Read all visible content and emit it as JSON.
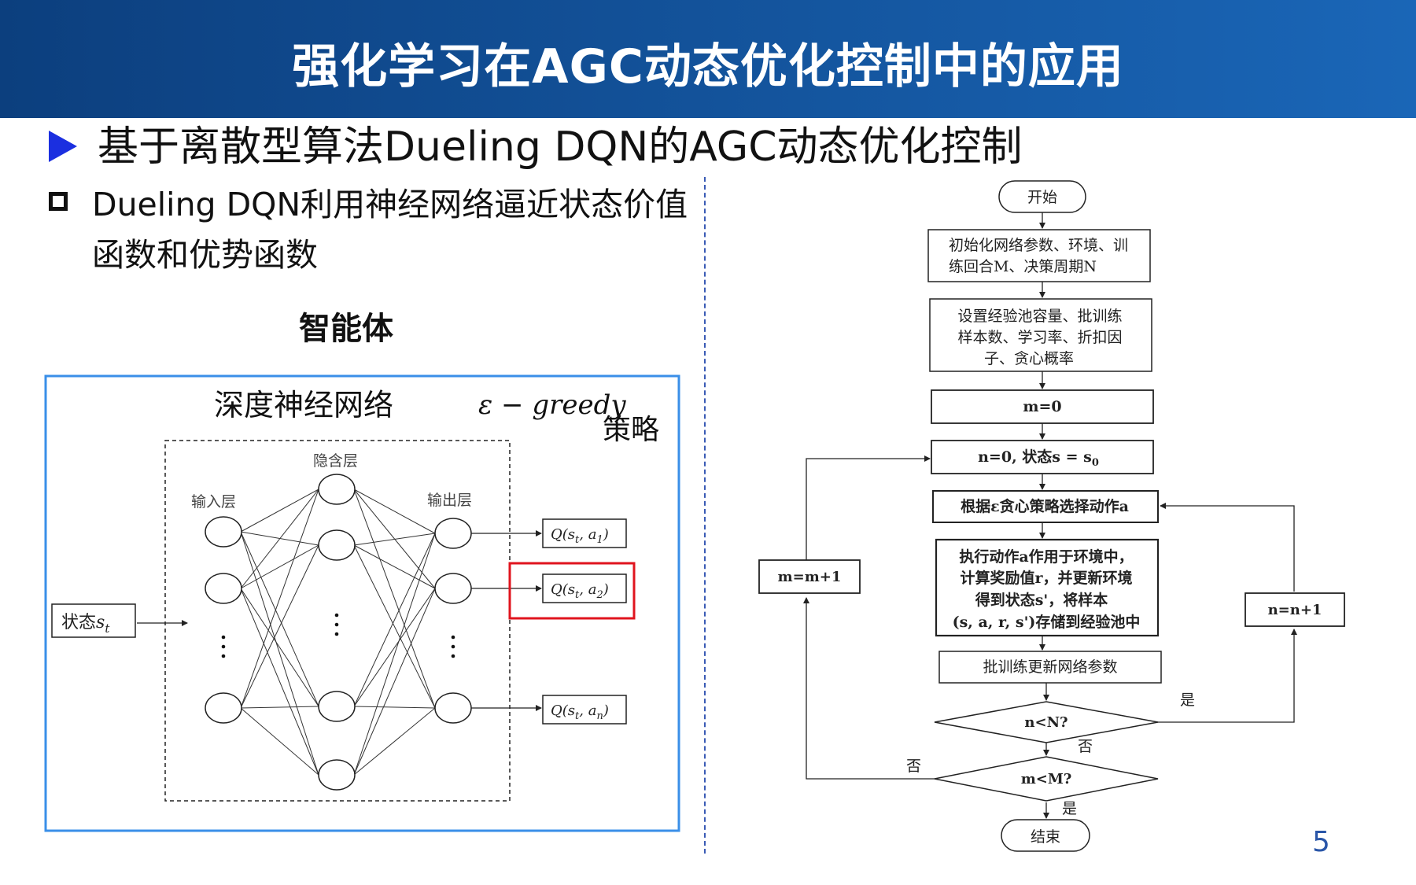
{
  "header": {
    "title": "强化学习在AGC动态优化控制中的应用"
  },
  "subtitle": "基于离散型算法Dueling DQN的AGC动态优化控制",
  "bullet": {
    "line1": "Dueling DQN利用神经网络逼近状态价值",
    "line2": "函数和优势函数"
  },
  "agent_label": "智能体",
  "network": {
    "title": "深度神经网络",
    "policy_math": "ε − greedy",
    "policy_word": "策略",
    "hidden_layer": "隐含层",
    "input_layer": "输入层",
    "output_layer": "输出层",
    "state_label": "状态",
    "state_symbol": "s",
    "state_sub": "t",
    "q_outputs": [
      {
        "prefix": "Q(s",
        "t": "t",
        "mid": ", a",
        "sub": "1",
        "close": ")"
      },
      {
        "prefix": "Q(s",
        "t": "t",
        "mid": ", a",
        "sub": "2",
        "close": ")"
      },
      {
        "prefix": "Q(s",
        "t": "t",
        "mid": ", a",
        "sub": "n",
        "close": ")"
      }
    ]
  },
  "flowchart": {
    "start": "开始",
    "init_line1": "初始化网络参数、环境、训",
    "init_line2": "练回合M、决策周期N",
    "setup_line1": "设置经验池容量、批训练",
    "setup_line2": "样本数、学习率、折扣因",
    "setup_line3": "子、贪心概率",
    "m_zero": "m=0",
    "n_zero": "n=0, 状态s = s",
    "n_zero_sub": "0",
    "choose_action": "根据ε贪心策略选择动作a",
    "execute_line1": "执行动作a作用于环境中，",
    "execute_line2": "计算奖励值r，并更新环境",
    "execute_line3": "得到状态s'，将样本",
    "execute_line4": "(s, a, r, s')存储到经验池中",
    "batch_train": "批训练更新网络参数",
    "n_check": "n<N?",
    "m_check": "m<M?",
    "end": "结束",
    "m_inc": "m=m+1",
    "n_inc": "n=n+1",
    "yes1": "是",
    "no1": "否",
    "no2": "否",
    "yes2": "是"
  },
  "page_number": "5",
  "colors": {
    "header_blue": "#1a5fae",
    "highlight_red": "#e0141e",
    "panel_blue": "#3a8fe8",
    "bullet_triangle": "#1b2fe0"
  }
}
